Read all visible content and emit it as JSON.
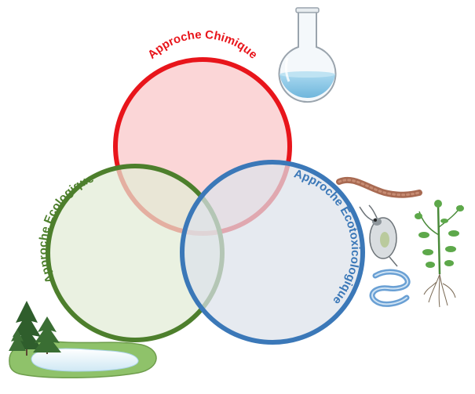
{
  "diagram": {
    "circles": [
      {
        "id": "chimique",
        "label": "Approche Chimique",
        "stroke": "#e8151b",
        "fill": "#f9c6c8"
      },
      {
        "id": "ecologique",
        "label": "Approche Ecologique",
        "stroke": "#4d7f2c",
        "fill": "#e2ebd6"
      },
      {
        "id": "ecotox",
        "label": "Approche Ecotoxicologique",
        "stroke": "#3b78b8",
        "fill": "#dde2ea"
      }
    ]
  },
  "illustrations": {
    "flask_icon": "round-bottom-flask-icon",
    "worm_icon": "earthworm-icon",
    "daphnia_icon": "daphnia-icon",
    "nematode_icon": "nematode-icon",
    "plant_icon": "pea-plant-icon",
    "pond_icon": "pond-with-trees-icon"
  }
}
